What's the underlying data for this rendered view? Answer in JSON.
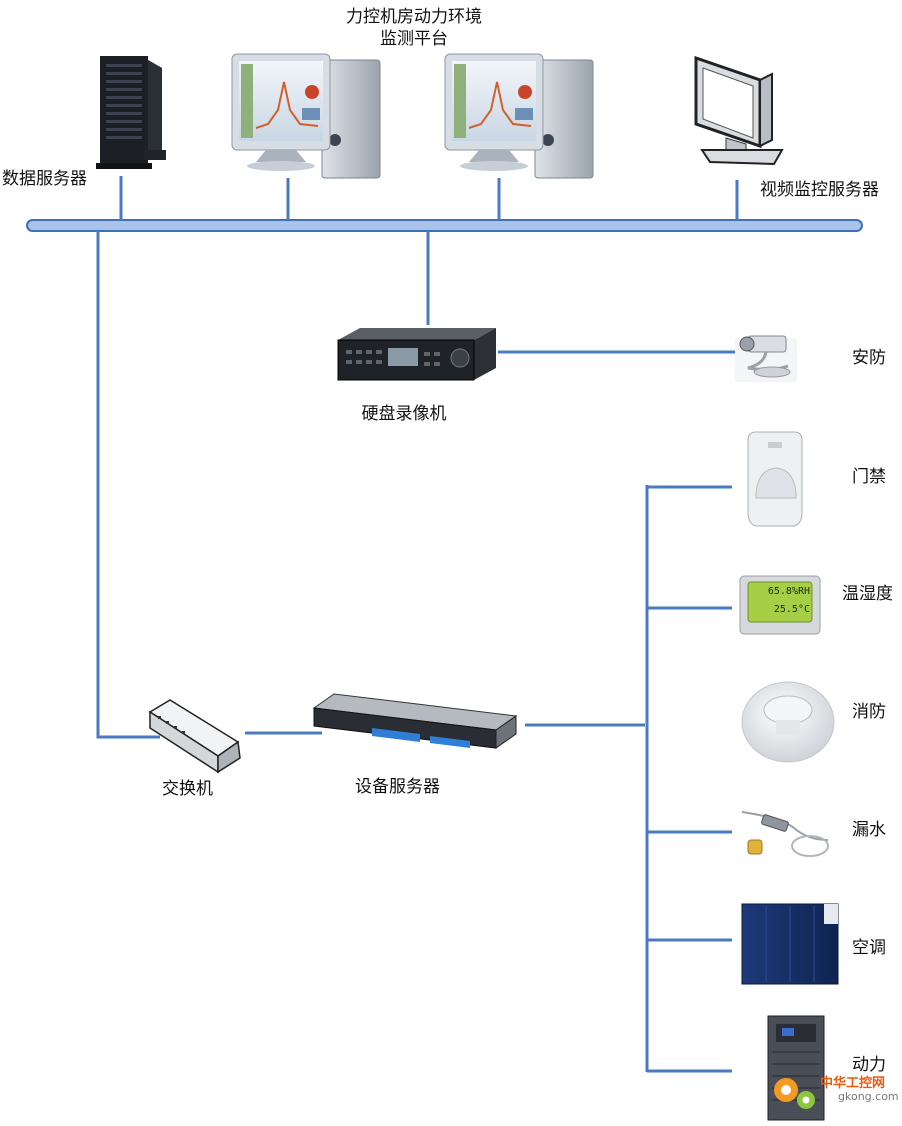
{
  "title_line1": "力控机房动力环境",
  "title_line2": "监测平台",
  "nodes": {
    "data_server": "数据服务器",
    "video_server": "视频监控服务器",
    "dvr": "硬盘录像机",
    "switch": "交换机",
    "device_server": "设备服务器"
  },
  "subsystems": {
    "security": "安防",
    "access_control": "门禁",
    "temp_humidity": "温湿度",
    "fire": "消防",
    "water_leak": "漏水",
    "air_conditioning": "空调",
    "power": "动力"
  },
  "sensor_display": {
    "humidity": "65.8%RH",
    "temperature": "25.5°C"
  },
  "watermark": {
    "name": "中华工控网",
    "url": "gkong.com"
  },
  "colors": {
    "line": "#4a7ac2",
    "bus_fill": "#a9c4e8",
    "bus_stroke": "#3f6fb8"
  }
}
